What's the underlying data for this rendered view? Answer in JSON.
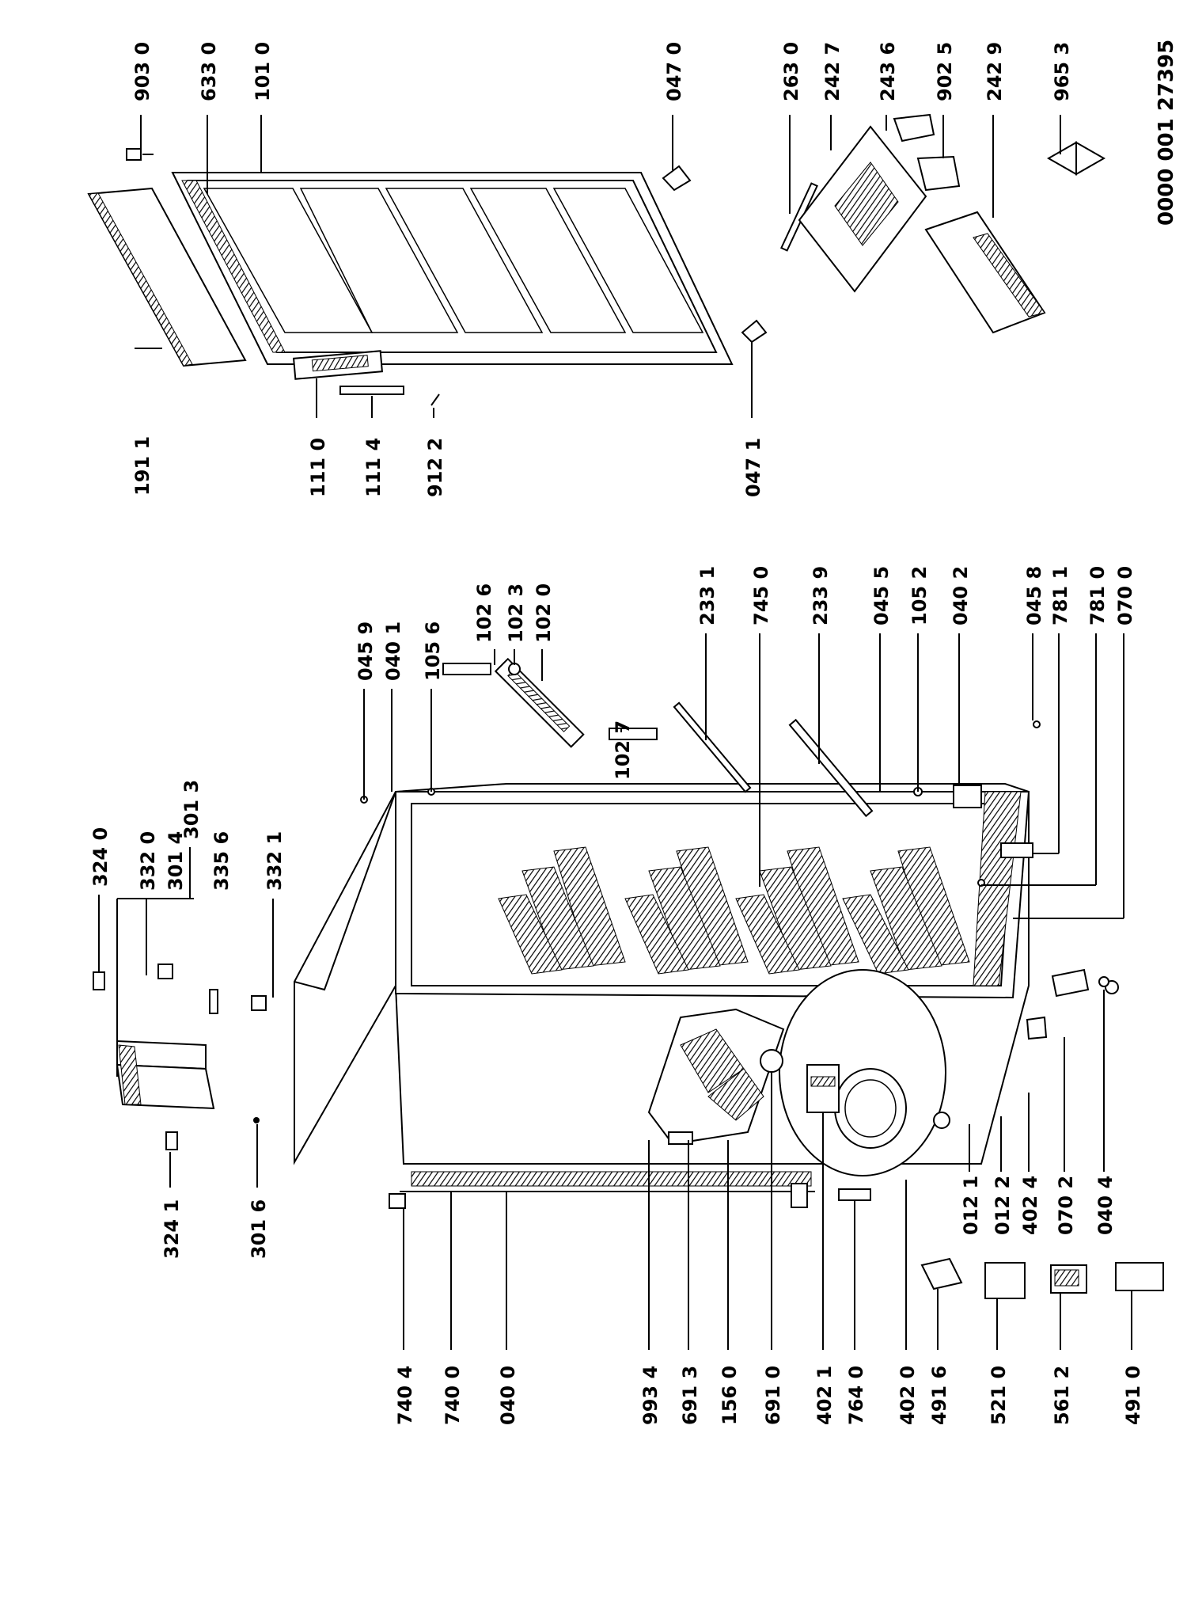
{
  "diagram": {
    "doc_number": "0000 001 27395",
    "labels": {
      "l1911": "191 1",
      "l9030": "903 0",
      "l6330": "633 0",
      "l1010": "101 0",
      "l0470": "047 0",
      "l1110": "111 0",
      "l1114": "111 4",
      "l9122": "912 2",
      "l0471": "047 1",
      "l2630": "263 0",
      "l2427": "242 7",
      "l2436": "243 6",
      "l9025": "902 5",
      "l2429": "242 9",
      "l9653": "965 3",
      "l3240": "324 0",
      "l3320": "332 0",
      "l3014": "301 4",
      "l3356": "335 6",
      "l3321": "332 1",
      "l3013": "301 3",
      "l3241": "324 1",
      "l3016": "301 6",
      "l0459": "045 9",
      "l0401": "040 1",
      "l1056": "105 6",
      "l1026": "102 6",
      "l1023": "102 3",
      "l1020": "102 0",
      "l1027": "102 7",
      "l2331": "233 1",
      "l7450": "745 0",
      "l2339": "233 9",
      "l0455": "045 5",
      "l1052": "105 2",
      "l0402": "040 2",
      "l0458": "045 8",
      "l7811": "781 1",
      "l7810": "781 0",
      "l0700": "070 0",
      "l7404": "740 4",
      "l7400": "740 0",
      "l0400": "040 0",
      "l9934": "993 4",
      "l6913": "691 3",
      "l1560": "156 0",
      "l6910": "691 0",
      "l4021": "402 1",
      "l7640": "764 0",
      "l4020": "402 0",
      "l4916": "491 6",
      "l5210": "521 0",
      "l5612": "561 2",
      "l4910": "491 0",
      "l0121": "012 1",
      "l0122": "012 2",
      "l4024": "402 4",
      "l0702": "070 2",
      "l0404": "040 4"
    }
  }
}
